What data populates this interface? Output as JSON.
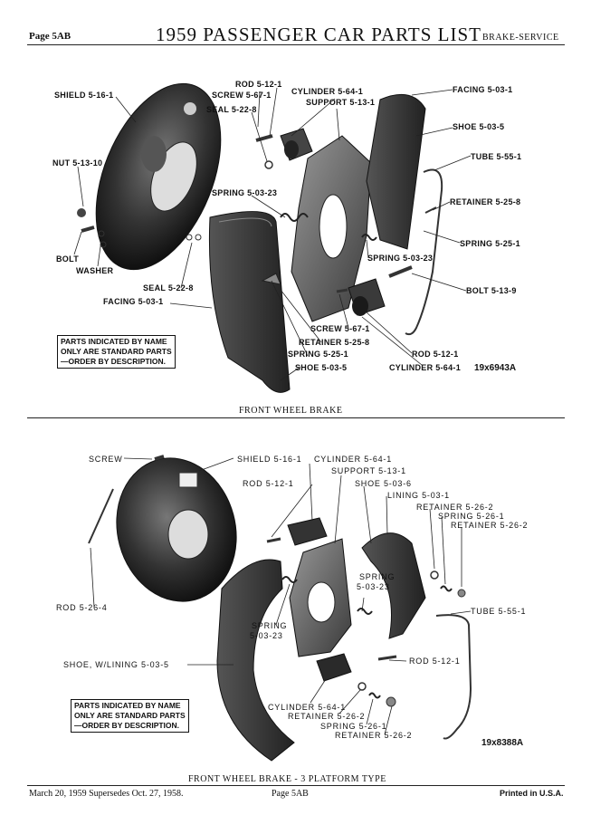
{
  "header": {
    "page": "Page 5AB",
    "title": "1959 PASSENGER CAR PARTS LIST",
    "section": "BRAKE-SERVICE"
  },
  "figure1": {
    "caption": "FRONT WHEEL BRAKE",
    "id": "19x6943A",
    "note": [
      "PARTS INDICATED BY NAME",
      "ONLY ARE STANDARD PARTS",
      "—ORDER BY DESCRIPTION."
    ],
    "labels": {
      "shield": "SHIELD 5-16-1",
      "rod_top": "ROD 5-12-1",
      "screw_top": "SCREW 5-67-1",
      "seal_top": "SEAL 5-22-8",
      "cylinder_top": "CYLINDER 5-64-1",
      "support": "SUPPORT 5-13-1",
      "facing_top": "FACING 5-03-1",
      "shoe_top": "SHOE 5-03-5",
      "nut": "NUT 5-13-10",
      "tube": "TUBE 5-55-1",
      "spring_left": "SPRING 5-03-23",
      "retainer_right": "RETAINER 5-25-8",
      "spring_right": "SPRING 5-25-1",
      "bolt": "BOLT",
      "washer": "WASHER",
      "spring_mid": "SPRING 5-03-23",
      "seal_bottom": "SEAL 5-22-8",
      "bolt_right": "BOLT 5-13-9",
      "facing_bottom": "FACING 5-03-1",
      "screw_bottom": "SCREW 5-67-1",
      "retainer_bottom": "RETAINER 5-25-8",
      "spring_bottom": "SPRING 5-25-1",
      "rod_bottom": "ROD 5-12-1",
      "shoe_bottom": "SHOE 5-03-5",
      "cylinder_bottom": "CYLINDER 5-64-1"
    }
  },
  "figure2": {
    "caption": "FRONT WHEEL BRAKE - 3 PLATFORM TYPE",
    "id": "19x8388A",
    "note": [
      "PARTS INDICATED BY NAME",
      "ONLY ARE STANDARD PARTS",
      "—ORDER BY DESCRIPTION."
    ],
    "labels": {
      "screw": "SCREW",
      "shield": "SHIELD 5-16-1",
      "cylinder_top": "CYLINDER 5-64-1",
      "support": "SUPPORT 5-13-1",
      "rod_top": "ROD 5-12-1",
      "shoe": "SHOE 5-03-6",
      "lining": "LINING 5-03-1",
      "retainer_top": "RETAINER 5-26-2",
      "spring_top": "SPRING 5-26-1",
      "retainer_top2": "RETAINER 5-26-2",
      "spring_mid_line1": "SPRING",
      "spring_mid_line2": "5-03-23",
      "rod_left": "ROD 5-26-4",
      "tube": "TUBE 5-55-1",
      "spring_left_line1": "SPRING",
      "spring_left_line2": "5-03-23",
      "shoe_lining": "SHOE, W/LINING 5-03-5",
      "rod_bottom": "ROD 5-12-1",
      "cylinder_bottom": "CYLINDER 5-64-1",
      "retainer_bottom": "RETAINER 5-26-2",
      "spring_bottom": "SPRING 5-26-1",
      "retainer_bottom2": "RETAINER 5-26-2"
    }
  },
  "footer": {
    "date": "March 20, 1959 Supersedes Oct. 27, 1958.",
    "page": "Page 5AB",
    "printed": "Printed in U.S.A."
  }
}
